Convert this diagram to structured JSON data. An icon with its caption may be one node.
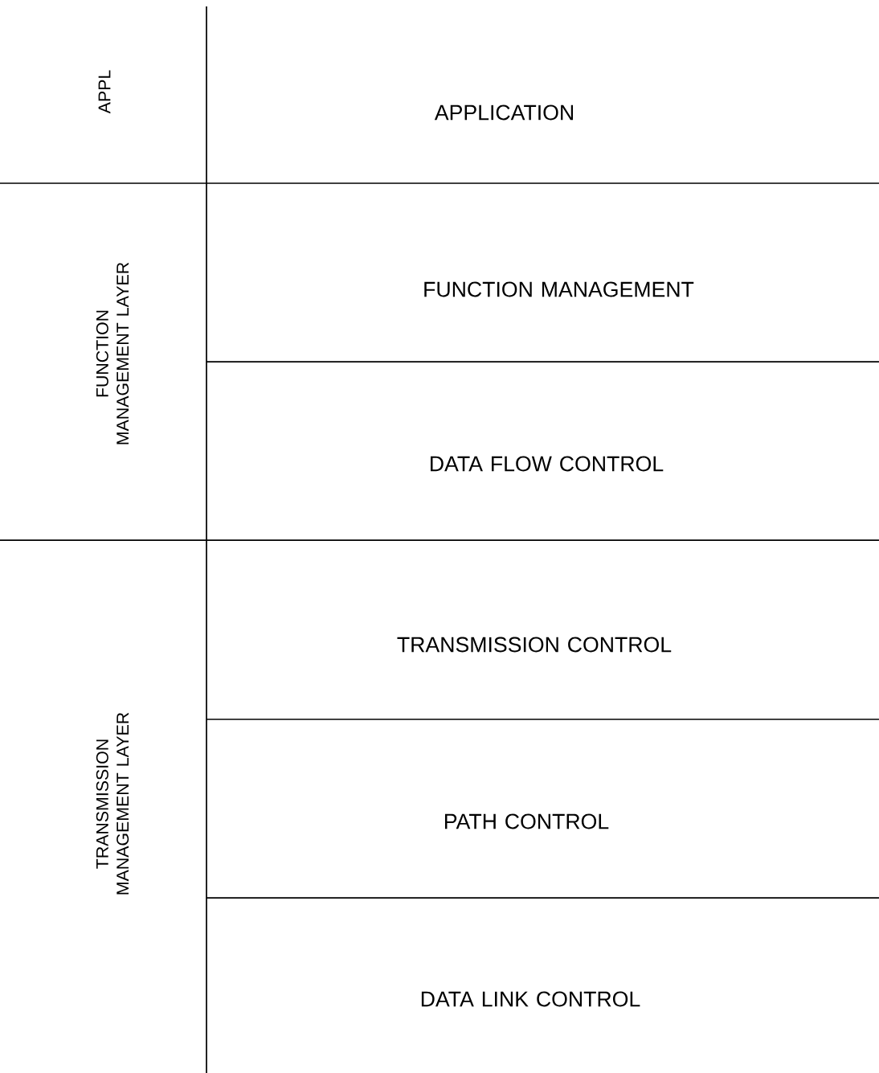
{
  "diagram": {
    "nodes": [
      {
        "text": [
          "APPL"
        ]
      },
      {
        "text": [
          "APPLICATION"
        ]
      },
      {
        "text": [
          "FUNCTION MANAGEMENT LAYER"
        ]
      },
      {
        "text": [
          "FUNCTION MANAGEMENT"
        ]
      },
      {
        "text": [
          "DATA FLOW CONTROL"
        ]
      },
      {
        "text": [
          "TRANSMISSION MANAGEMENT LAYER"
        ]
      },
      {
        "text": [
          "TRANSMISSION CONTROL"
        ]
      },
      {
        "text": [
          "PATH CONTROL"
        ]
      },
      {
        "text": [
          "DATA LINK CONTROL"
        ]
      }
    ]
  }
}
